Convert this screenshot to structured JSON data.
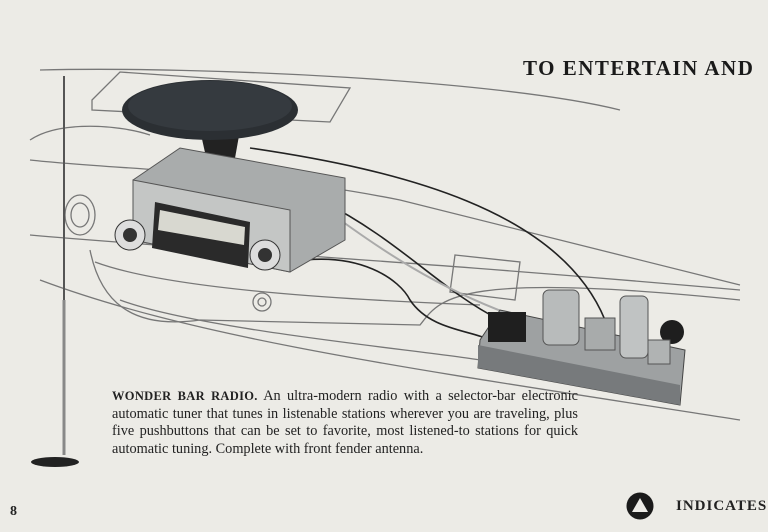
{
  "header": {
    "title": "TO ENTERTAIN AND"
  },
  "feature": {
    "name": "WONDER BAR RADIO.",
    "description": "An ultra-modern radio with a selector-bar electronic automatic tuner that tunes in listenable stations wherever you are traveling, plus five pushbuttons that can be set to favorite, most listened-to stations for quick automatic tuning. Complete with front fender antenna."
  },
  "footer": {
    "page_number": "8",
    "legend_label": "INDICATES",
    "legend_icon": "triangle-in-circle-icon"
  },
  "colors": {
    "paper": "#ecebe6",
    "ink": "#1a1a1a",
    "chrome": "#b9bcbc"
  }
}
